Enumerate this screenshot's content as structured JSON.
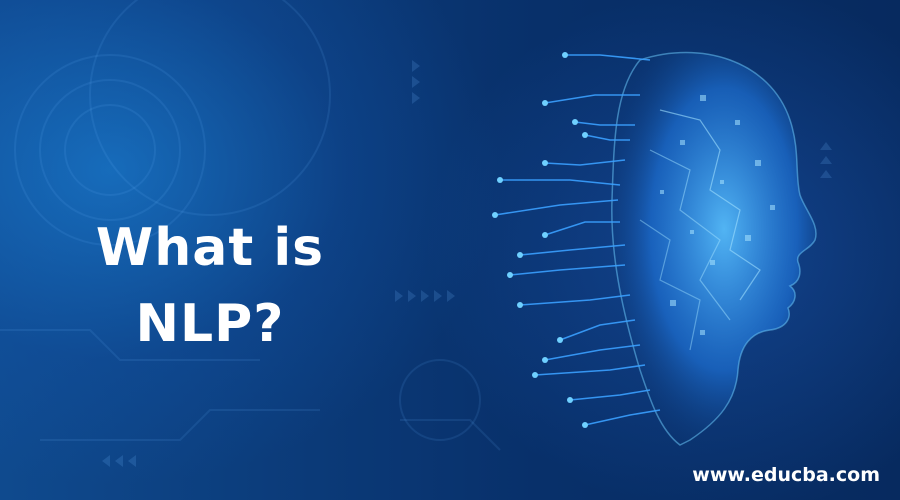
{
  "headline": {
    "line1": "What is",
    "line2": "NLP?"
  },
  "website": "www.educba.com",
  "colors": {
    "background_dark": "#072a5f",
    "background_light": "#0f4a8e",
    "circuit_glow": "#3aa0ff",
    "text": "#ffffff"
  },
  "illustration": "ai-head-circuit-profile"
}
